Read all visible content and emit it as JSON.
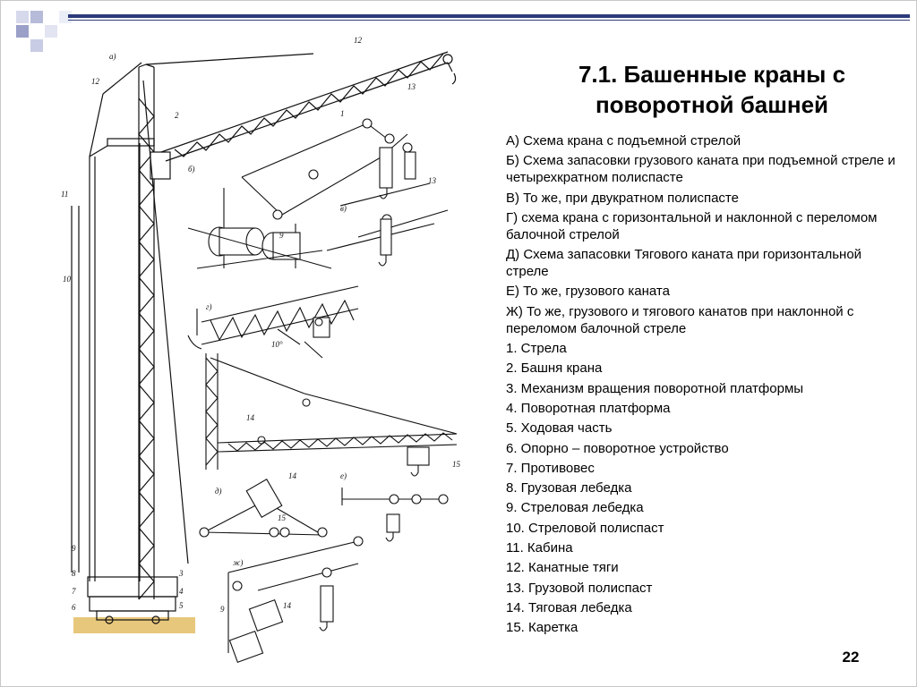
{
  "slide": {
    "title_line1": "7.1. Башенные краны с",
    "title_line2": "поворотной башней",
    "page_number": "22"
  },
  "legend": [
    "А) Схема крана с подъемной стрелой",
    "Б) Схема запасовки грузового каната при подъемной стреле и четырехкратном полиспасте",
    "В) То же, при двукратном полиспасте",
    "Г) схема крана с горизонтальной и наклонной с переломом балочной стрелой",
    "Д) Схема запасовки Тягового каната при горизонтальной стреле",
    "Е) То же, грузового каната",
    "Ж) То же, грузового и тягового канатов при наклонной с переломом балочной стреле",
    "1. Стрела",
    "2. Башня крана",
    "3. Механизм вращения поворотной платформы",
    "4. Поворотная платформа",
    "5. Ходовая часть",
    "6. Опорно – поворотное устройство",
    "7. Противовес",
    "8. Грузовая лебедка",
    "9. Стреловая лебедка",
    "10. Стреловой полиспаст",
    "11. Кабина",
    "12. Канатные тяги",
    "13. Грузовой полиспаст",
    "14. Тяговая лебедка",
    "15. Каретка"
  ],
  "diagram_labels": {
    "a": "а)",
    "b": "б)",
    "v": "в)",
    "g": "г)",
    "d": "д)",
    "e": "е)",
    "zh": "ж)",
    "n1": "1",
    "n2": "2",
    "n3": "3",
    "n4": "4",
    "n5": "5",
    "n6": "6",
    "n7": "7",
    "n8": "8",
    "n9": "9",
    "n10": "10",
    "n11": "11",
    "n12": "12",
    "n13": "13",
    "n14": "14",
    "n15": "15",
    "angle": "10°"
  },
  "colors": {
    "accent": "#2b3a7a",
    "ink": "#111111",
    "ground": "#e7c77c"
  }
}
